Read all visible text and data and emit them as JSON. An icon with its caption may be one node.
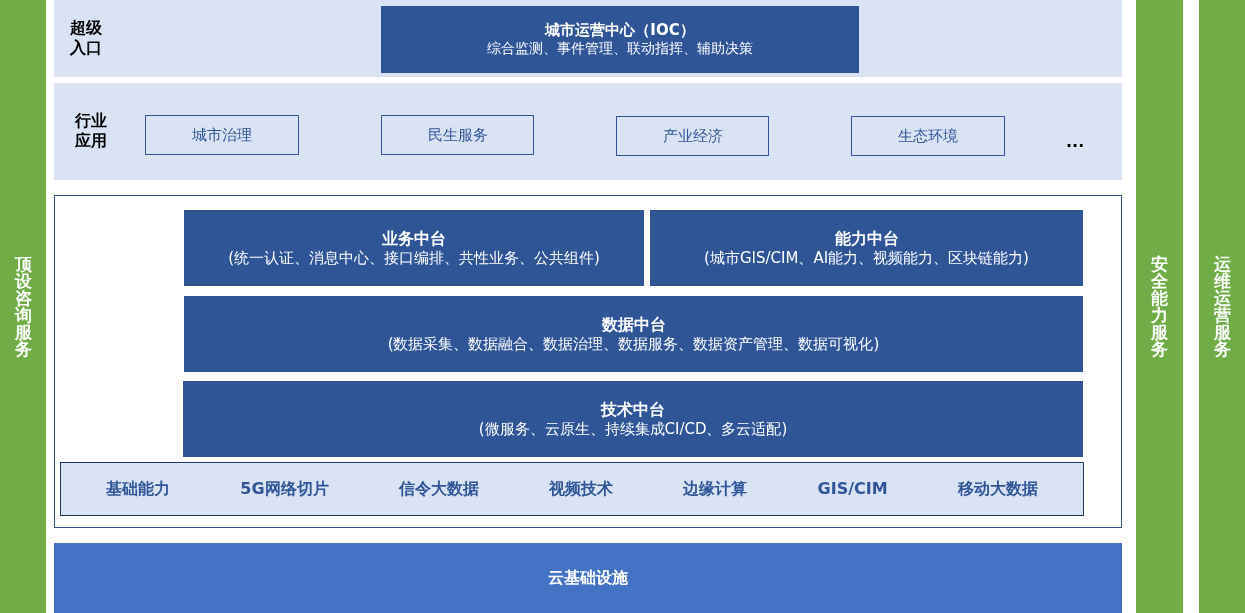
{
  "diagram": {
    "nodes": [
      {
        "text": [
          "顶设咨询服务"
        ]
      },
      {
        "text": [
          "超级入口"
        ]
      },
      {
        "text": [
          "城市运营中心（IOC）",
          "综合监测、事件管理、联动指挥、辅助决策"
        ],
        "in": 1
      },
      {
        "text": [
          "行业应用"
        ]
      },
      {
        "text": [
          "城市治理"
        ],
        "in": 3
      },
      {
        "text": [
          "民生服务"
        ],
        "in": 3
      },
      {
        "text": [
          "产业经济"
        ],
        "in": 3
      },
      {
        "text": [
          "生态环境"
        ],
        "in": 3
      },
      {
        "text": [],
        "shape": "box"
      },
      {
        "text": [
          "业务中台",
          "(统一认证、消息中心、接口编排、共性业务、公共组件)"
        ],
        "in": 8
      },
      {
        "text": [
          "能力中台",
          "(城市GIS/CIM、AI能力、视频能力、区块链能力)"
        ],
        "in": 8
      },
      {
        "text": [
          "数据中台",
          "(数据采集、数据融合、数据治理、数据服务、数据资产管理、数据可视化)"
        ],
        "in": 8
      },
      {
        "text": [
          "技术中台",
          "(微服务、云原生、持续集成CI/CD、多云适配)"
        ],
        "in": 8
      },
      {
        "text": [
          "基础能力",
          "5G网络切片",
          "信令大数据",
          "视频技术",
          "边缘计算",
          "GIS/CIM",
          "移动大数据"
        ],
        "in": 8
      },
      {
        "text": [
          "云基础设施"
        ]
      },
      {
        "text": [
          "安全能力服务"
        ]
      },
      {
        "text": [
          "运维运营服务"
        ]
      }
    ],
    "labels": [
      "..."
    ]
  }
}
